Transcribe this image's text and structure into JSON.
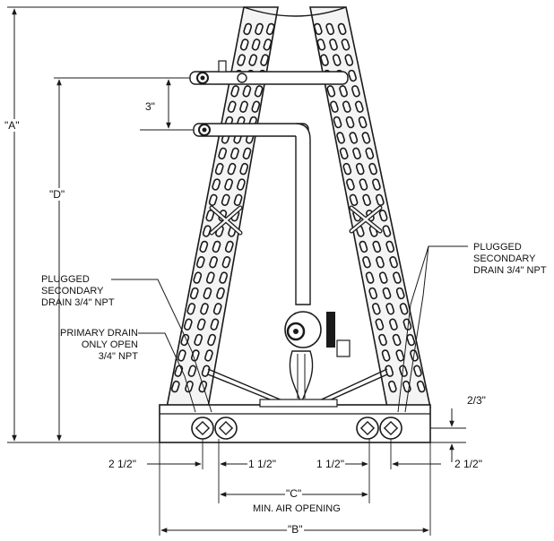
{
  "dimensions": {
    "a": "\"A\"",
    "d": "\"D\"",
    "three_inch": "3\"",
    "two_thirds": "2/3\"",
    "left_edge": "2 1/2\"",
    "left_inner": "1 1/2\"",
    "right_inner": "1 1/2\"",
    "right_edge": "2 1/2\"",
    "c": "\"C\"",
    "b": "\"B\"",
    "min_air_opening": "MIN. AIR OPENING"
  },
  "callouts": {
    "plugged_left": [
      "PLUGGED",
      "SECONDARY",
      "DRAIN 3/4\" NPT"
    ],
    "primary_drain": [
      "PRIMARY DRAIN",
      "ONLY OPEN",
      "3/4\" NPT"
    ],
    "plugged_right": [
      "PLUGGED",
      "SECONDARY",
      "DRAIN 3/4\" NPT"
    ]
  },
  "colors": {
    "line": "#1a1a1a",
    "coil_fill": "#f4f4f4"
  }
}
